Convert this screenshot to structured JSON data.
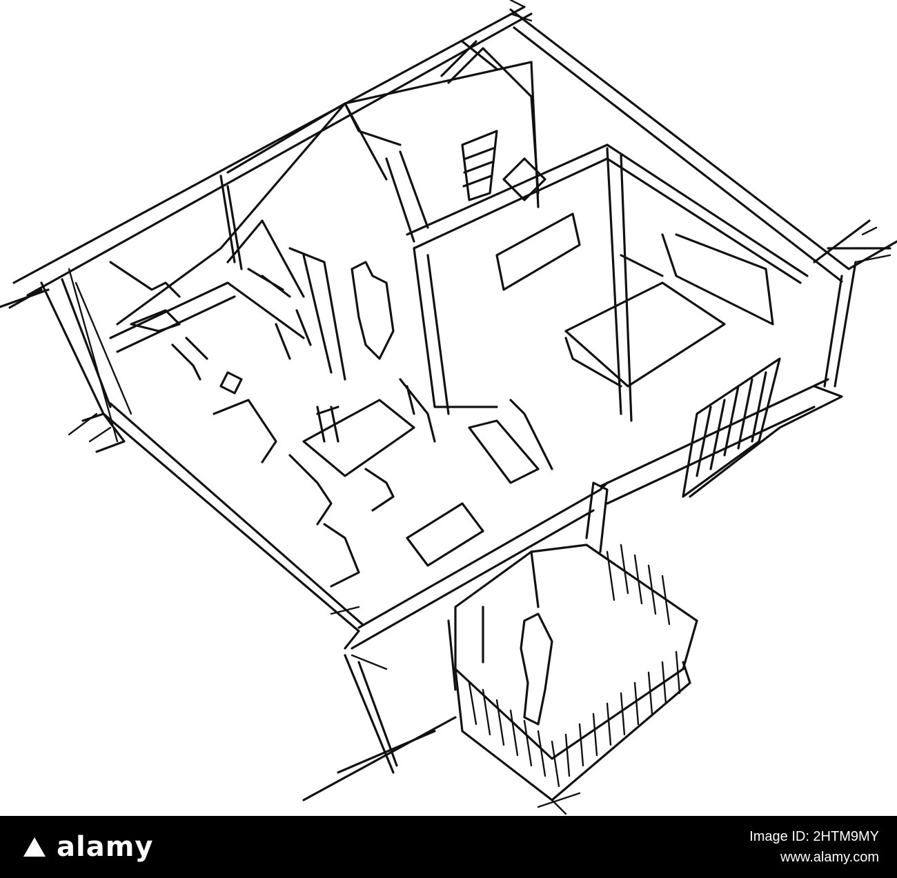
{
  "footer": {
    "brand_name": "alamy",
    "image_id_label": "Image ID: 2HTM9MY",
    "site": "www.alamy.com"
  },
  "colors": {
    "ink": "#111111",
    "paper": "#ffffff",
    "footer_background": "#000000",
    "footer_text": "#ffffff"
  },
  "icons": {
    "brand_mark": "alamy-triangle-logo-icon"
  }
}
